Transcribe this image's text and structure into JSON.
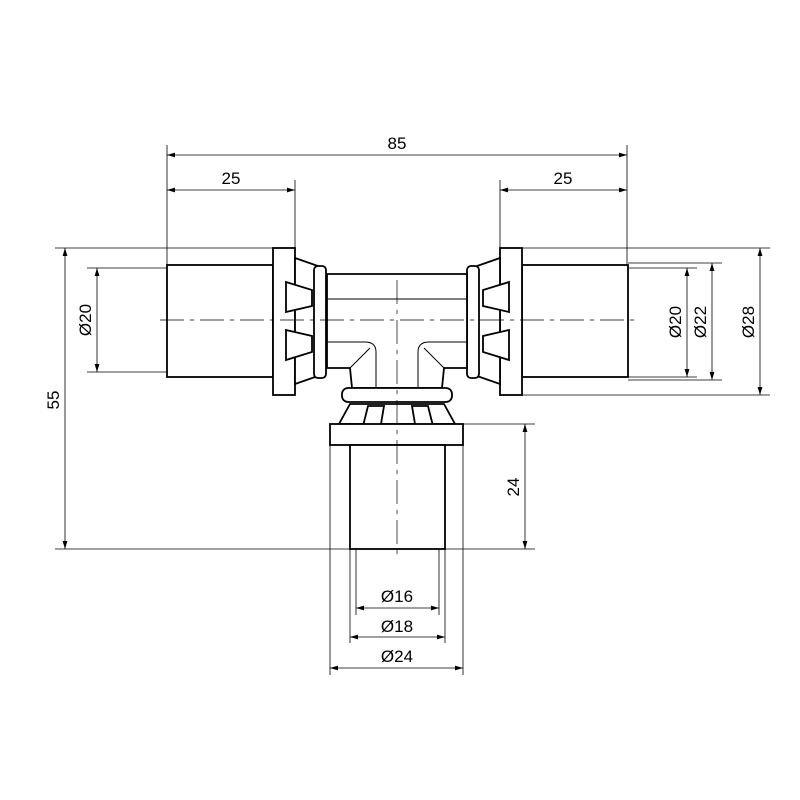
{
  "drawing": {
    "dimensions": {
      "overall_length": "85",
      "left_socket_length": "25",
      "right_socket_length": "25",
      "overall_height": "55",
      "left_inner_dia": "Ø20",
      "right_inner_dia": "Ø20",
      "right_mid_dia": "Ø22",
      "right_outer_dia": "Ø28",
      "branch_length": "24",
      "branch_inner_dia": "Ø16",
      "branch_mid_dia": "Ø18",
      "branch_outer_dia": "Ø24"
    }
  }
}
